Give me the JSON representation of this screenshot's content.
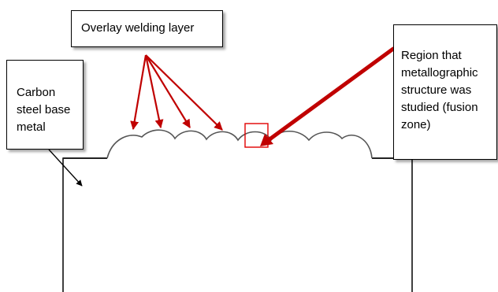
{
  "labels": {
    "overlay_layer": "Overlay welding layer",
    "base_metal": "Carbon\nsteel base\nmetal",
    "studied_region": "Region that\nmetallographic\nstructure was\nstudied (fusion\nzone)"
  },
  "colors": {
    "arrow": "#c00000",
    "region_box": "#e00000",
    "outline": "#000000",
    "bead_outline": "#555555"
  }
}
